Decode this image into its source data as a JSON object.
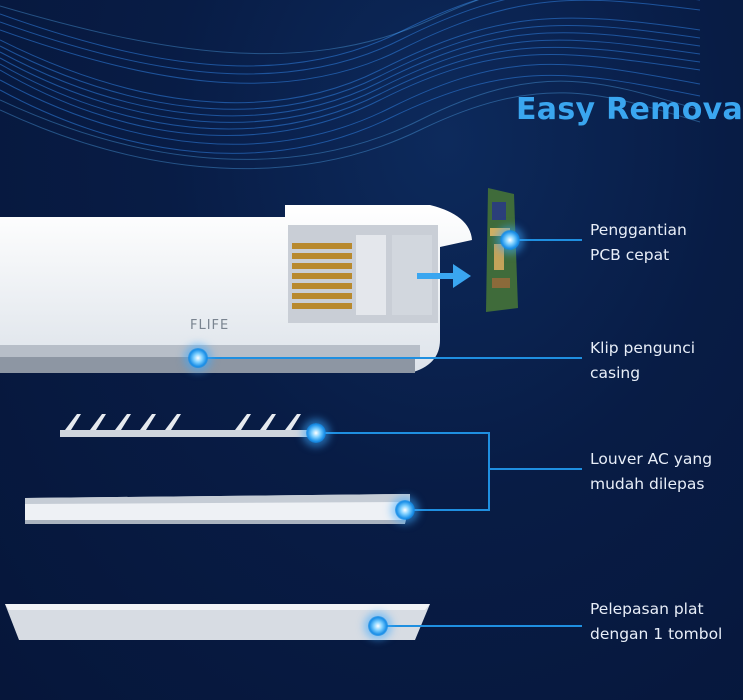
{
  "title": "Easy Remova",
  "brand_logo": "FLIFE",
  "features": [
    {
      "lines": [
        "Penggantian",
        "PCB cepat"
      ]
    },
    {
      "lines": [
        "Klip pengunci",
        "casing"
      ]
    },
    {
      "lines": [
        "Louver AC yang",
        "mudah dilepas"
      ]
    },
    {
      "lines": [
        "Pelepasan plat",
        "dengan 1 tombol"
      ]
    }
  ],
  "colors": {
    "accent": "#3aa6f0",
    "background": "#081c45",
    "callout_line": "#1f8fe0"
  }
}
